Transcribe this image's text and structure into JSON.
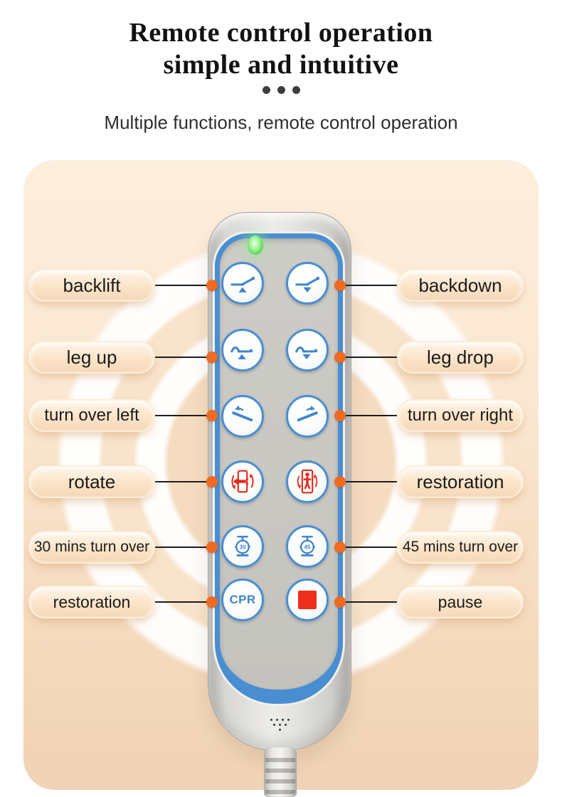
{
  "header": {
    "title_line1": "Remote control operation",
    "title_line2": "simple and intuitive",
    "subtitle": "Multiple functions, remote control operation"
  },
  "callouts": {
    "left": [
      {
        "label": "backlift"
      },
      {
        "label": "leg up"
      },
      {
        "label": "turn over left"
      },
      {
        "label": "rotate"
      },
      {
        "label": "30 mins turn over"
      },
      {
        "label": "restoration"
      }
    ],
    "right": [
      {
        "label": "backdown"
      },
      {
        "label": "leg drop"
      },
      {
        "label": "turn over right"
      },
      {
        "label": "restoration"
      },
      {
        "label": "45 mins turn over"
      },
      {
        "label": "pause"
      }
    ]
  },
  "remote": {
    "cpr_label": "CPR",
    "timer_left": "30",
    "timer_right": "45",
    "buttons": [
      {
        "name": "backlift",
        "icon": "bed-back-up-icon"
      },
      {
        "name": "backdown",
        "icon": "bed-back-down-icon"
      },
      {
        "name": "leg-up",
        "icon": "bed-leg-up-icon"
      },
      {
        "name": "leg-drop",
        "icon": "bed-leg-down-icon"
      },
      {
        "name": "turn-over-left",
        "icon": "tilt-left-icon"
      },
      {
        "name": "turn-over-right",
        "icon": "tilt-right-icon"
      },
      {
        "name": "rotate",
        "icon": "rotate-patient-icon"
      },
      {
        "name": "restoration",
        "icon": "restore-patient-icon"
      },
      {
        "name": "30-mins-turn-over",
        "icon": "timer-30-icon"
      },
      {
        "name": "45-mins-turn-over",
        "icon": "timer-45-icon"
      },
      {
        "name": "cpr",
        "icon": "cpr-label"
      },
      {
        "name": "pause",
        "icon": "stop-square-icon"
      }
    ]
  },
  "colors": {
    "accent_orange": "#f06a21",
    "remote_blue": "#4a8ed2",
    "icon_blue": "#3f86cc",
    "icon_red": "#e5271b",
    "led_green": "#7ce87c",
    "background_peach": "#f7ddc1"
  }
}
